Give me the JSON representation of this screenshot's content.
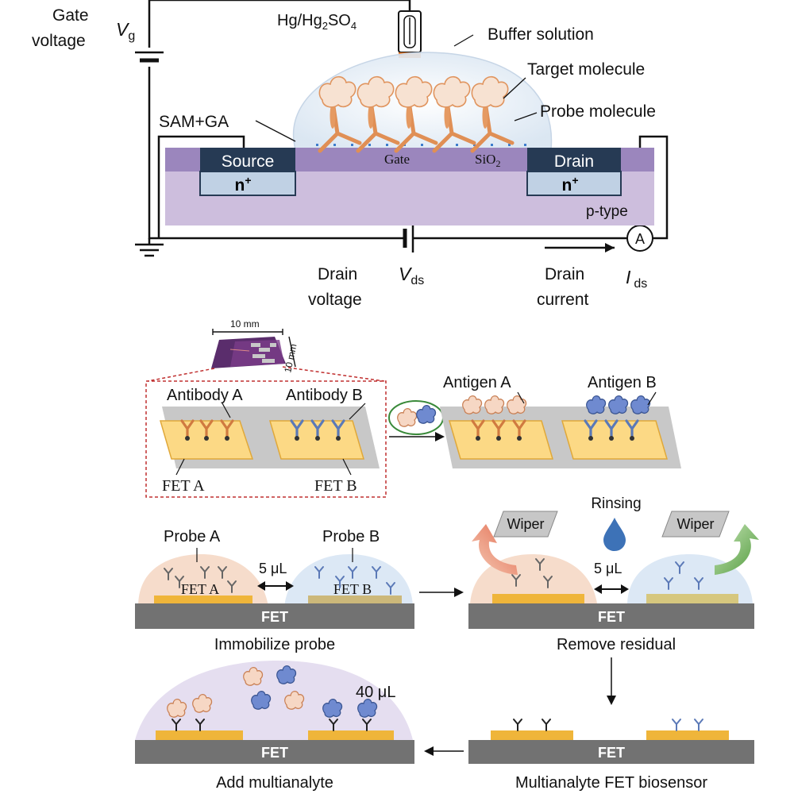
{
  "top": {
    "gate_voltage": [
      "Gate",
      "voltage"
    ],
    "vg_symbol": "V",
    "vg_sub": "g",
    "electrode": "Hg/Hg",
    "electrode_sub": "2",
    "electrode_tail": "SO",
    "electrode_sub2": "4",
    "buffer": "Buffer solution",
    "target": "Target molecule",
    "probe": "Probe molecule",
    "sam": "SAM+GA",
    "source": "Source",
    "drain": "Drain",
    "gate": "Gate",
    "sio2": "SiO",
    "sio2_sub": "2",
    "n_plus": "n",
    "plus": "+",
    "ptype": "p-type",
    "ammeter": "A",
    "drain_voltage": [
      "Drain",
      "voltage"
    ],
    "vds_symbol": "V",
    "vds_sub": "ds",
    "drain_current": [
      "Drain",
      "current"
    ],
    "ids_symbol": "I",
    "ids_sub": "ds"
  },
  "middle": {
    "chip_width": "10 mm",
    "chip_height": "10 mm",
    "antibody_a": "Antibody A",
    "antibody_b": "Antibody B",
    "fet_a": "FET A",
    "fet_b": "FET B",
    "antigen_a": "Antigen A",
    "antigen_b": "Antigen B"
  },
  "bottom": {
    "probe_a": "Probe A",
    "probe_b": "Probe B",
    "vol_5": "5 μL",
    "fet_a": "FET A",
    "fet_b": "FET B",
    "fet": "FET",
    "immobilize": "Immobilize probe",
    "wiper": "Wiper",
    "rinsing": "Rinsing",
    "remove": "Remove residual",
    "vol_40": "40 μL",
    "add": "Add multianalyte",
    "biosensor": "Multianalyte FET biosensor"
  },
  "colors": {
    "orange": "#e39a63",
    "orange_light": "#f4c9b2",
    "blue": "#5b79b7",
    "blue_light": "#a9b8dd",
    "gold": "#efb53a",
    "gold_light": "#fcd985",
    "purple_layer": "#9b86bd",
    "purple_sub": "#cdbedd",
    "navy": "#263a54",
    "gray_bar": "#727272",
    "dashed_red": "#c03030"
  }
}
